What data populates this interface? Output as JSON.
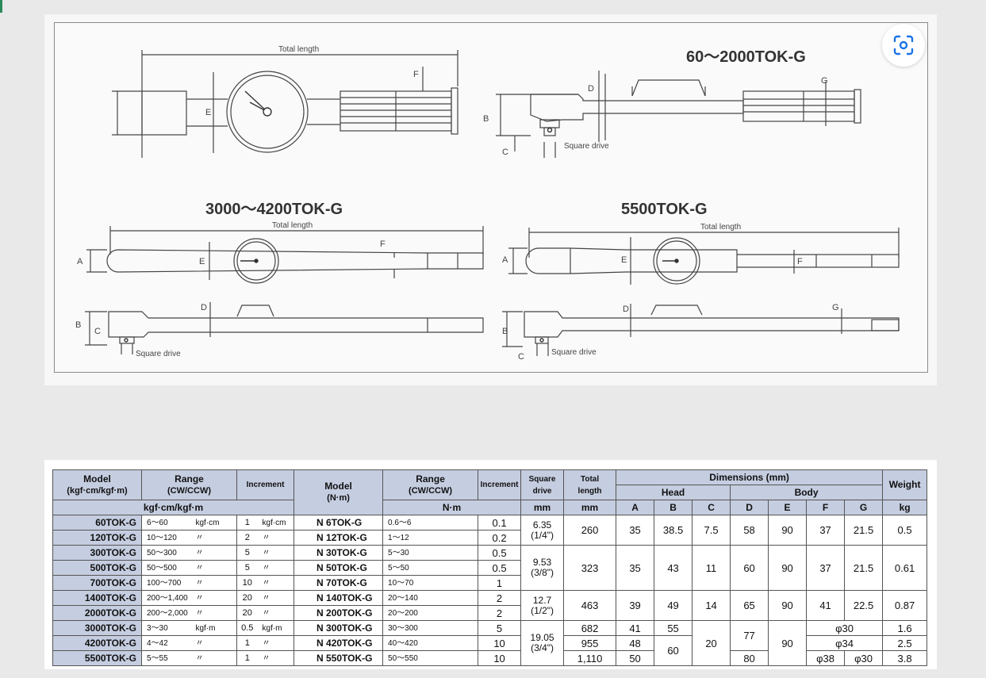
{
  "diagrams": {
    "top_title": "60～2000TOK-G",
    "mid_left_title": "3000～4200TOK-G",
    "mid_right_title": "5500TOK-G",
    "labels": {
      "total_length": "Total length",
      "square_drive": "Square drive",
      "A": "A",
      "B": "B",
      "C": "C",
      "D": "D",
      "E": "E",
      "F": "F",
      "G": "G"
    }
  },
  "table": {
    "headers": {
      "model_kgf": "Model",
      "model_kgf_unit": "(kgf·cm/kgf·m)",
      "range": "Range",
      "range_dir": "(CW/CCW)",
      "increment": "Increment",
      "model_nm": "Model",
      "model_nm_unit": "(N·m)",
      "square": "Square",
      "drive": "drive",
      "total": "Total",
      "length": "length",
      "dimensions": "Dimensions (mm)",
      "head": "Head",
      "body": "Body",
      "weight": "Weight",
      "unit_kgf": "kgf·cm/kgf·m",
      "unit_nm": "N·m",
      "unit_mm1": "mm",
      "unit_mm2": "mm",
      "A": "A",
      "B": "B",
      "C": "C",
      "D": "D",
      "E": "E",
      "F": "F",
      "G": "G",
      "unit_kg": "kg"
    },
    "rows": [
      {
        "model": "60TOK-G",
        "range": "6～60",
        "range_unit": "kgf·cm",
        "inc": "1",
        "inc_unit": "kgf·cm",
        "nm_model": "N 6TOK-G",
        "nm_range": "0.6～6",
        "nm_inc": "0.1"
      },
      {
        "model": "120TOK-G",
        "range": "10～120",
        "range_unit": "〃",
        "inc": "2",
        "inc_unit": "〃",
        "nm_model": "N 12TOK-G",
        "nm_range": "1～12",
        "nm_inc": "0.2"
      },
      {
        "model": "300TOK-G",
        "range": "50～300",
        "range_unit": "〃",
        "inc": "5",
        "inc_unit": "〃",
        "nm_model": "N 30TOK-G",
        "nm_range": "5～30",
        "nm_inc": "0.5"
      },
      {
        "model": "500TOK-G",
        "range": "50～500",
        "range_unit": "〃",
        "inc": "5",
        "inc_unit": "〃",
        "nm_model": "N 50TOK-G",
        "nm_range": "5～50",
        "nm_inc": "0.5"
      },
      {
        "model": "700TOK-G",
        "range": "100～700",
        "range_unit": "〃",
        "inc": "10",
        "inc_unit": "〃",
        "nm_model": "N 70TOK-G",
        "nm_range": "10～70",
        "nm_inc": "1"
      },
      {
        "model": "1400TOK-G",
        "range": "200～1,400",
        "range_unit": "〃",
        "inc": "20",
        "inc_unit": "〃",
        "nm_model": "N 140TOK-G",
        "nm_range": "20～140",
        "nm_inc": "2"
      },
      {
        "model": "2000TOK-G",
        "range": "200～2,000",
        "range_unit": "〃",
        "inc": "20",
        "inc_unit": "〃",
        "nm_model": "N 200TOK-G",
        "nm_range": "20～200",
        "nm_inc": "2"
      },
      {
        "model": "3000TOK-G",
        "range": "3～30",
        "range_unit": "kgf·m",
        "inc": "0.5",
        "inc_unit": "kgf·m",
        "nm_model": "N 300TOK-G",
        "nm_range": "30～300",
        "nm_inc": "5"
      },
      {
        "model": "4200TOK-G",
        "range": "4～42",
        "range_unit": "〃",
        "inc": "1",
        "inc_unit": "〃",
        "nm_model": "N 420TOK-G",
        "nm_range": "40～420",
        "nm_inc": "10"
      },
      {
        "model": "5500TOK-G",
        "range": "5～55",
        "range_unit": "〃",
        "inc": "1",
        "inc_unit": "〃",
        "nm_model": "N 550TOK-G",
        "nm_range": "50～550",
        "nm_inc": "10"
      }
    ],
    "groups": {
      "g1": {
        "sd": "6.35",
        "sd2": "(1/4\")",
        "total": "260",
        "A": "35",
        "B": "38.5",
        "C": "7.5",
        "D": "58",
        "E": "90",
        "F": "37",
        "G": "21.5",
        "W": "0.5"
      },
      "g2": {
        "sd": "9.53",
        "sd2": "(3/8\")",
        "total": "323",
        "A": "35",
        "B": "43",
        "C": "11",
        "D": "60",
        "E": "90",
        "F": "37",
        "G": "21.5",
        "W": "0.61"
      },
      "g3": {
        "sd": "12.7",
        "sd2": "(1/2\")",
        "total": "463",
        "A": "39",
        "B": "49",
        "C": "14",
        "D": "65",
        "E": "90",
        "F": "41",
        "G": "22.5",
        "W": "0.87"
      },
      "g4": {
        "sd": "19.05",
        "sd2": "(3/4\")",
        "r1": {
          "total": "682",
          "A": "41",
          "B": "55",
          "FG": "φ30",
          "W": "1.6"
        },
        "r2": {
          "total": "955",
          "A": "48",
          "FG": "φ34",
          "W": "2.5"
        },
        "r3": {
          "total": "1,110",
          "A": "50",
          "D": "80",
          "F": "φ38",
          "G": "φ30",
          "W": "3.8"
        },
        "B23": "60",
        "C": "20",
        "D12": "77",
        "E": "90"
      }
    }
  }
}
